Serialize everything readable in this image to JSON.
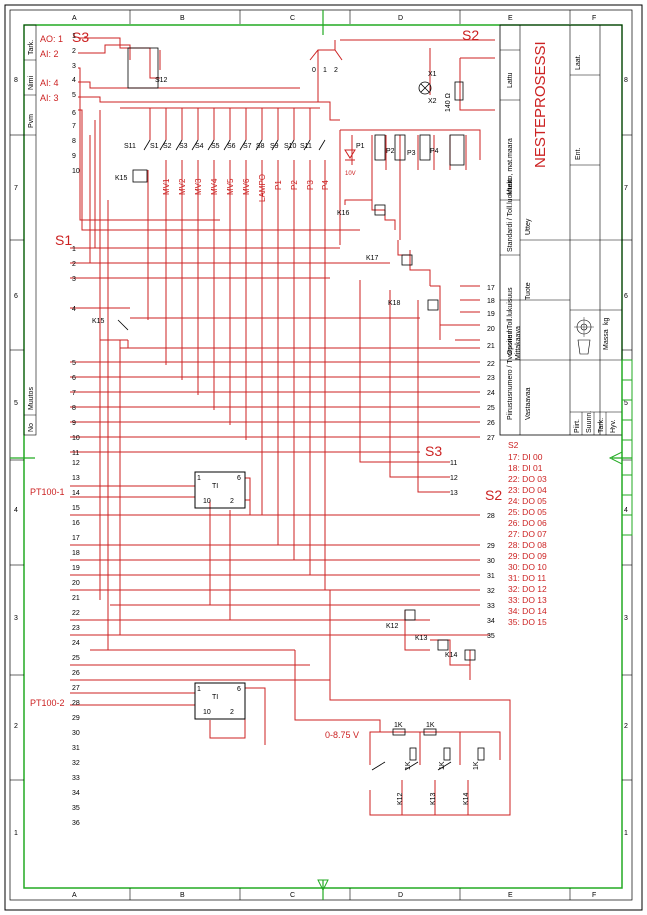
{
  "title_block": {
    "project": "NESTEPROSESSI",
    "drawing_type": "Lattu",
    "cols": [
      "A",
      "B",
      "C",
      "D",
      "E",
      "F"
    ],
    "rows": [
      "8",
      "7",
      "6",
      "5",
      "4",
      "3",
      "2",
      "1"
    ],
    "left_strip": [
      "Tark.",
      "Nimi",
      "Pvm",
      "Muutos",
      "No"
    ],
    "right_labels": [
      "Muuto, mat.maara",
      "Standardi / Toll.luokitelu",
      "Uttey",
      "Osoite / Toll.lukuisuus",
      "Mittakaava",
      "Tuote",
      "Piirustusnumero / Tvorpsnum",
      "Vastaavaa"
    ],
    "small_labels": [
      "Ent.",
      "Laat.",
      "Piirt.",
      "Suunn.",
      "Tark.",
      "Hyv.",
      "Massa",
      "kg"
    ]
  },
  "inputs_top": [
    "AO: 1",
    "AI: 2",
    "AI: 4",
    "AI: 3"
  ],
  "switches": [
    "S3",
    "S2",
    "S1",
    "S3",
    "S2"
  ],
  "relays": [
    "K15",
    "K16",
    "K17",
    "K18",
    "K12",
    "K13",
    "K14",
    "K15"
  ],
  "valve_labels": [
    "MV1",
    "MV2",
    "MV3",
    "MV4",
    "MV5",
    "MV6",
    "LAMPO",
    "P1",
    "P2",
    "P3",
    "P4"
  ],
  "contact_labels": [
    "S11",
    "S1",
    "S2",
    "S3",
    "S4",
    "S5",
    "S6",
    "S7",
    "S8",
    "S9",
    "S10",
    "S11"
  ],
  "top_component": {
    "label": "S12",
    "dial": [
      "0",
      "1",
      "2"
    ]
  },
  "lamp": {
    "label": "X1",
    "label2": "X2"
  },
  "heater": {
    "label": "140 Ω",
    "voltage": "10V"
  },
  "pump_labels": [
    "P1",
    "P2",
    "P3",
    "P4"
  ],
  "resistor_labels": [
    "1K",
    "1K",
    "1K",
    "1K",
    "1K"
  ],
  "s1_terminals": [
    "1",
    "2",
    "3",
    "4",
    "5",
    "6",
    "7",
    "8",
    "9",
    "10",
    "11",
    "12",
    "13",
    "14",
    "15",
    "16",
    "17",
    "18",
    "19",
    "20",
    "21",
    "22",
    "23",
    "24",
    "25",
    "26",
    "27",
    "28",
    "29",
    "30",
    "31",
    "32",
    "33",
    "34",
    "35",
    "36"
  ],
  "left_terminals_top": [
    "1",
    "2",
    "3",
    "4",
    "5",
    "6",
    "7",
    "8",
    "9",
    "10"
  ],
  "right_terminals": [
    "17",
    "18",
    "19",
    "20",
    "21",
    "22",
    "23",
    "24",
    "25",
    "26",
    "27",
    "28",
    "29",
    "30",
    "31",
    "32",
    "33",
    "34",
    "35"
  ],
  "s3_terminals": [
    "11",
    "12",
    "13"
  ],
  "ti_blocks": [
    {
      "label": "TI",
      "pins": [
        "1",
        "6",
        "10",
        "2"
      ]
    },
    {
      "label": "TI",
      "pins": [
        "1",
        "6",
        "10",
        "2"
      ]
    }
  ],
  "pt100": [
    "PT100-1",
    "PT100-2"
  ],
  "voltage_label": "0-8.75 V",
  "io_table": {
    "title": "S2",
    "rows": [
      "17:  DI  00",
      "18:  DI  01",
      "22:  DO  03",
      "23:  DO  04",
      "24:  DO  05",
      "25:  DO  05",
      "26:  DO  06",
      "27:  DO  07",
      "28:  DO  08",
      "29:  DO  09",
      "30:  DO  10",
      "31:  DO  11",
      "32:  DO  12",
      "33:  DO  13",
      "34:  DO  14",
      "35:  DO  15"
    ]
  },
  "colors": {
    "wire": "#cc2222",
    "frame": "#22aa22",
    "text": "#000000"
  }
}
